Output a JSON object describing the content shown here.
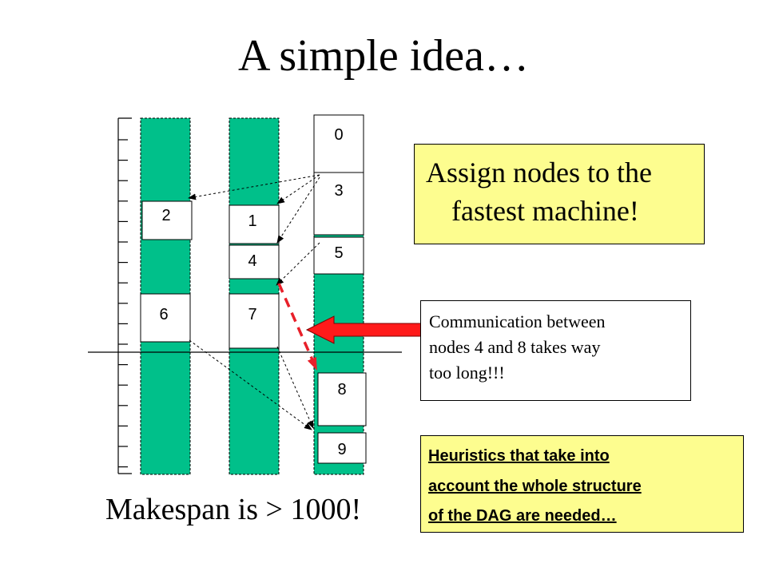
{
  "title": "A simple idea…",
  "nodes": {
    "n0": "0",
    "n1": "1",
    "n2": "2",
    "n3": "3",
    "n4": "4",
    "n5": "5",
    "n6": "6",
    "n7": "7",
    "n8": "8",
    "n9": "9"
  },
  "assign_box": {
    "line1": "Assign nodes to the",
    "line2": "fastest machine!"
  },
  "comm_box": {
    "line1": "Communication between",
    "line2": "nodes 4 and 8 takes way",
    "line3": "too long!!!"
  },
  "heuristics_box": {
    "line1": "Heuristics that take into",
    "line2": "account the whole structure",
    "line3": "of the DAG are needed…"
  },
  "makespan": "Makespan is > 1000!",
  "colors": {
    "machine_column": "#00c08a",
    "callout_yellow": "#fdfd8f",
    "arrow_red": "#ff1a1a",
    "comm_edge_red": "#e8202a"
  }
}
